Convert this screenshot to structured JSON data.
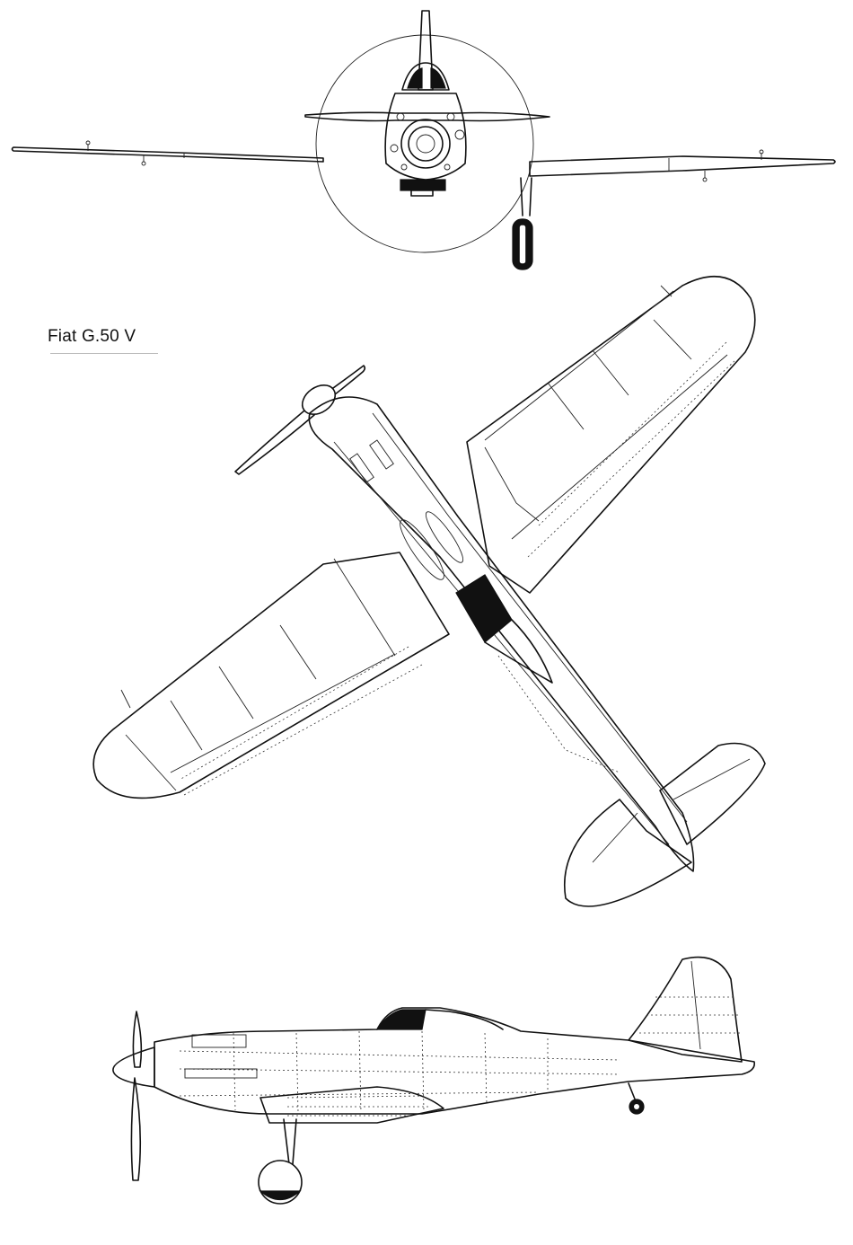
{
  "drawing": {
    "title": "Fiat G.50 V",
    "views": [
      "front-view",
      "plan-view",
      "side-view"
    ],
    "style": "black line art on white",
    "colors": {
      "ink": "#111111",
      "paper": "#ffffff"
    }
  }
}
